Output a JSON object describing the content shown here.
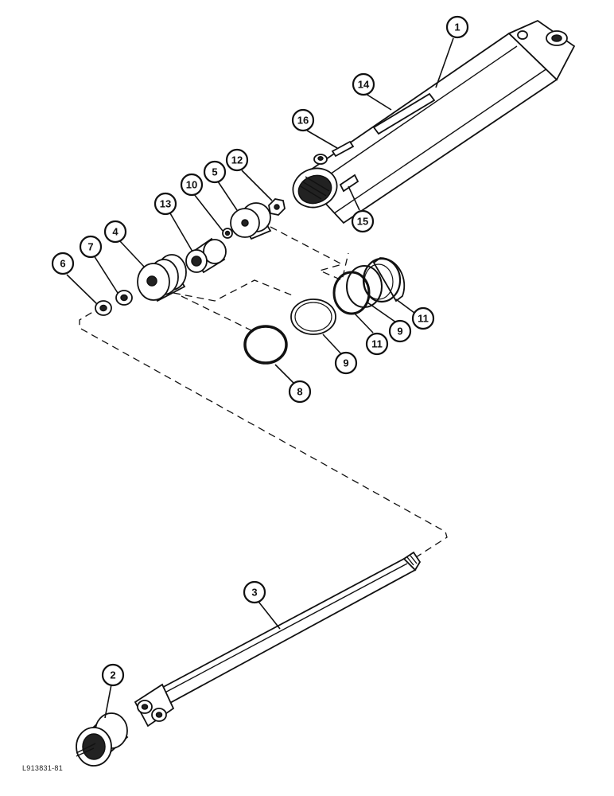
{
  "figure_code": "L913831-81",
  "callouts": {
    "c1": "1",
    "c2": "2",
    "c3": "3",
    "c4": "4",
    "c5": "5",
    "c6": "6",
    "c7": "7",
    "c8": "8",
    "c9a": "9",
    "c9b": "9",
    "c10": "10",
    "c11a": "11",
    "c11b": "11",
    "c12": "12",
    "c13": "13",
    "c14": "14",
    "c15": "15",
    "c16": "16"
  }
}
